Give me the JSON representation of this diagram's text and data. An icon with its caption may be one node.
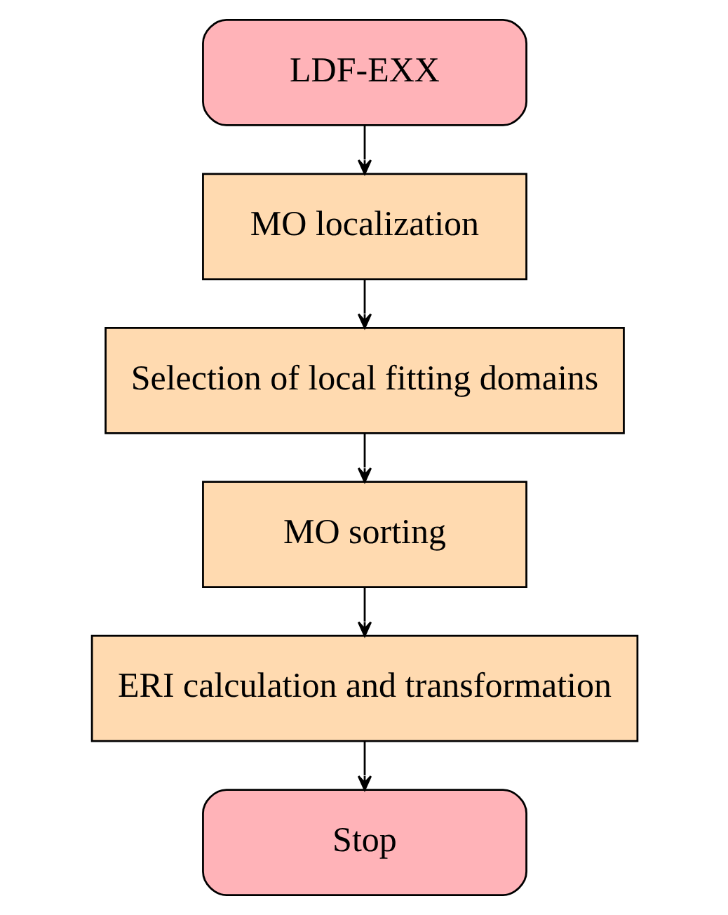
{
  "diagram": {
    "nodes": [
      {
        "text": [
          "LDF-EXX"
        ]
      },
      {
        "text": [
          "MO localization"
        ]
      },
      {
        "text": [
          "Selection of local fitting domains"
        ]
      },
      {
        "text": [
          "MO sorting"
        ]
      },
      {
        "text": [
          "ERI calculation and transformation"
        ]
      },
      {
        "text": [
          "Stop"
        ]
      }
    ],
    "edges": [
      {
        "from": 0,
        "to": 1,
        "arrow": "to"
      },
      {
        "from": 1,
        "to": 2,
        "arrow": "to"
      },
      {
        "from": 2,
        "to": 3,
        "arrow": "to"
      },
      {
        "from": 3,
        "to": 4,
        "arrow": "to"
      },
      {
        "from": 4,
        "to": 5,
        "arrow": "to"
      }
    ]
  }
}
